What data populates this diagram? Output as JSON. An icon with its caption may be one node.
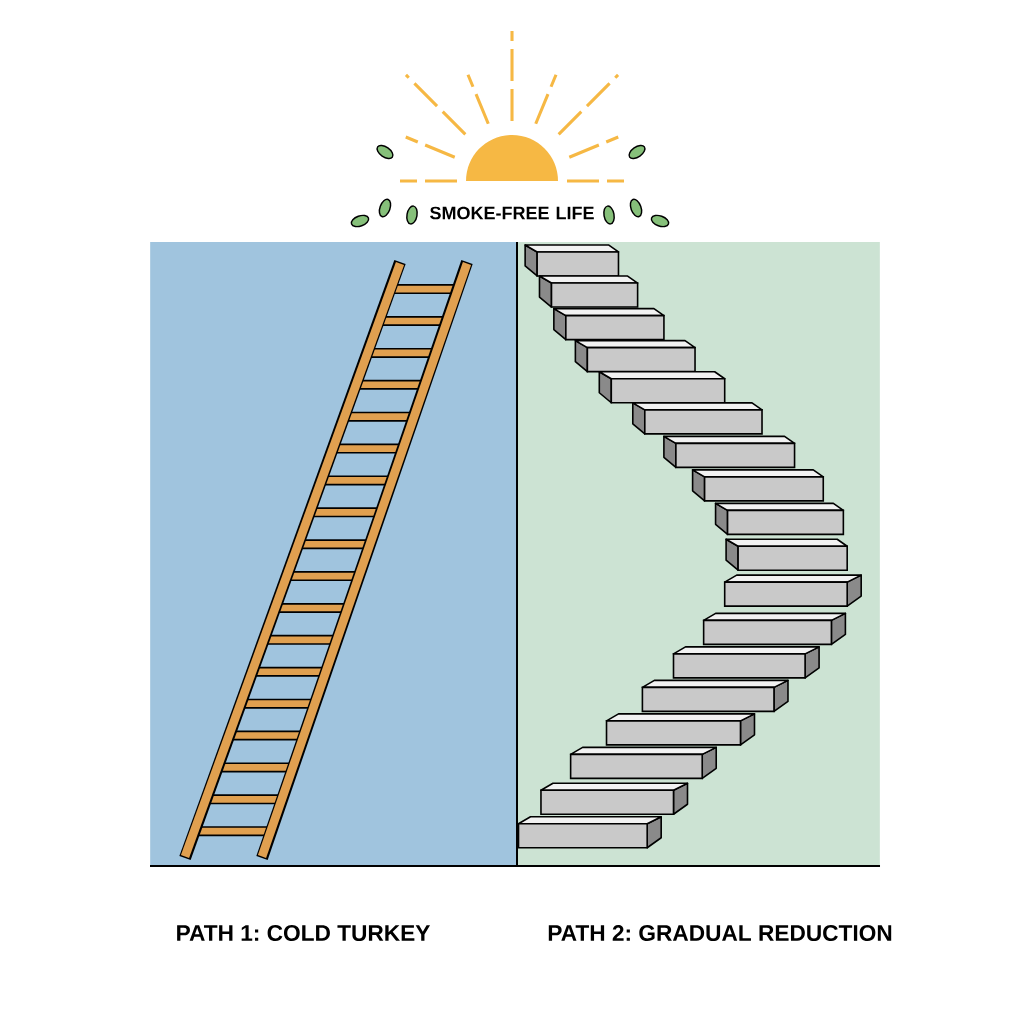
{
  "diagram": {
    "nodes": [
      {
        "text": [
          "PATH 1: COLD TURKEY"
        ]
      },
      {
        "text": [
          "PATH 2: GRADUAL REDUCTION"
        ]
      }
    ],
    "labels": [
      "SMOKE-FREE LIFE"
    ]
  }
}
